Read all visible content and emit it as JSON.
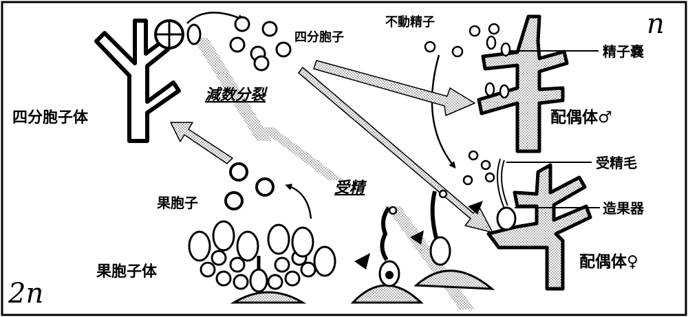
{
  "ploidy": {
    "haploid": "n",
    "diploid": "2n"
  },
  "labels": {
    "tetrasporophyte": "四分胞子体",
    "tetraspores": "四分胞子",
    "meiosis": "減数分裂",
    "spermatia": "不動精子",
    "spermatangium": "精子嚢",
    "male_gametophyte": "配偶体♂",
    "trichogyne": "受精毛",
    "carpogonium": "造果器",
    "female_gametophyte": "配偶体♀",
    "fertilization": "受精",
    "carpospores": "果胞子",
    "carposporophyte": "果胞子体"
  },
  "colors": {
    "ink": "#000000",
    "paper": "#ffffff",
    "stipple": "#a8a8a8"
  }
}
